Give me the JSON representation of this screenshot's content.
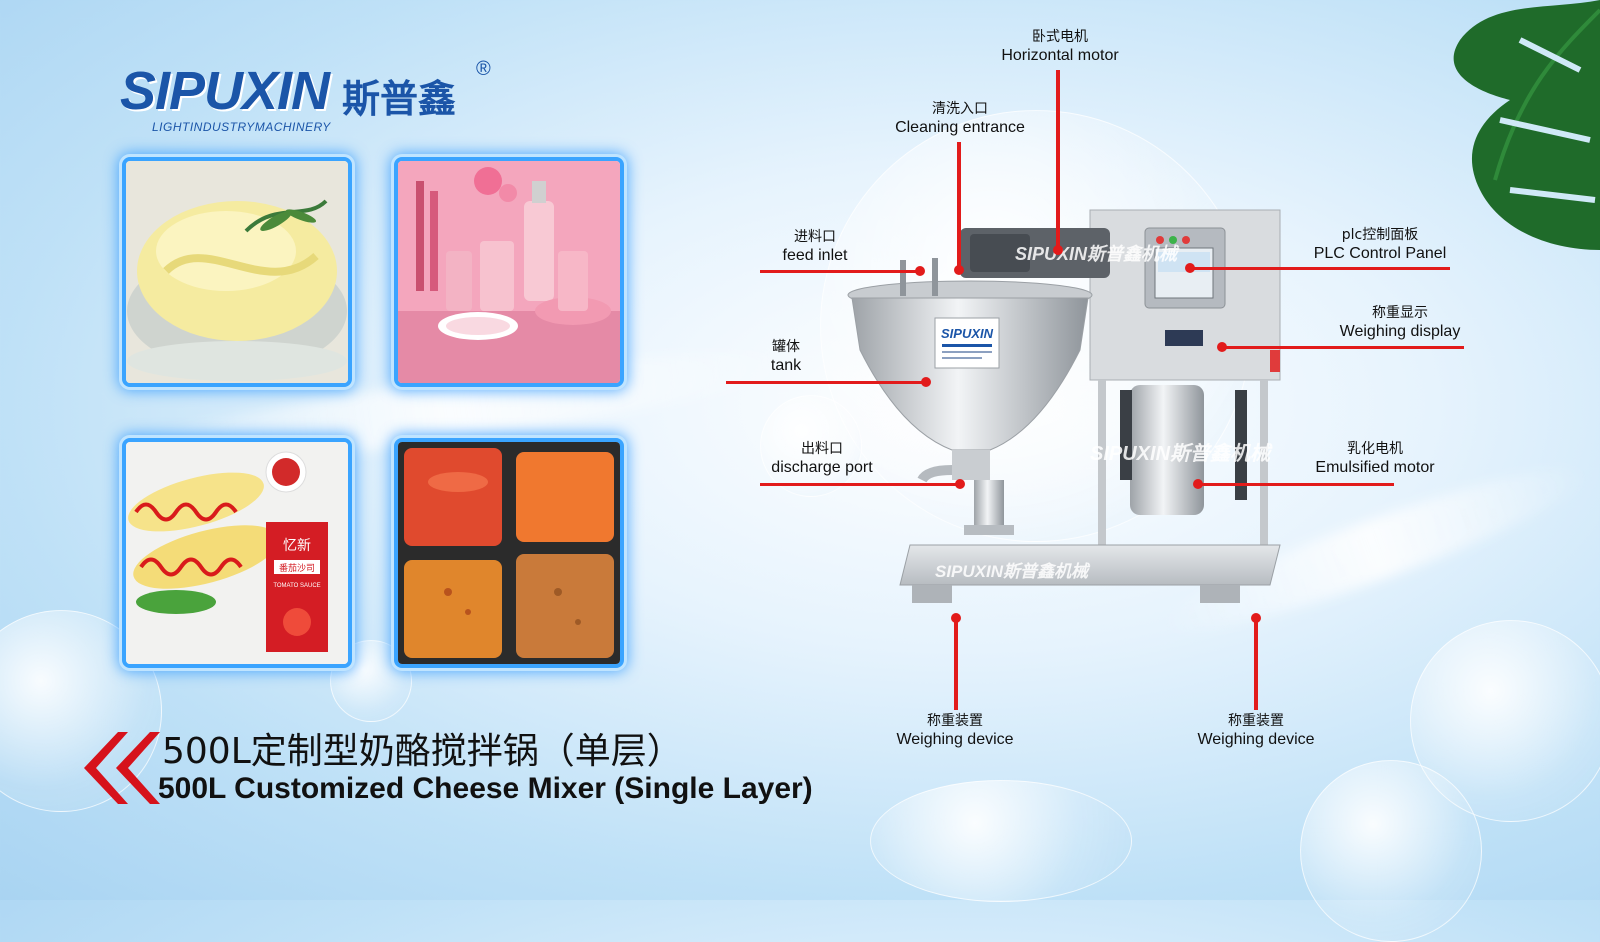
{
  "logo": {
    "brand_en": "SIPUXIN",
    "brand_cn": "斯普鑫",
    "registered": "®",
    "tagline": "LIGHTINDUSTRYMACHINERY"
  },
  "machine": {
    "badge_brand": "SIPUXIN",
    "watermark_1": "SIPUXIN斯普鑫机械",
    "watermark_2": "SIPUXIN斯普鑫机械",
    "watermark_3": "SIPUXIN斯普鑫机械"
  },
  "photos": [
    {
      "subject": "mayonnaise-bowl"
    },
    {
      "subject": "pink-cosmetics"
    },
    {
      "subject": "ketchup-omelette",
      "packet_text_1": "忆新",
      "packet_text_2": "番茄沙司",
      "packet_text_3": "TOMATO SAUCE"
    },
    {
      "subject": "sauce-trays"
    }
  ],
  "labels": {
    "horizontal_motor": {
      "cn": "卧式电机",
      "en": "Horizontal motor"
    },
    "cleaning_entrance": {
      "cn": "清洗入口",
      "en": "Cleaning entrance"
    },
    "feed_inlet": {
      "cn": "进料口",
      "en": "feed inlet"
    },
    "plc_panel": {
      "cn": "plc控制面板",
      "en": "PLC Control Panel"
    },
    "weighing_display": {
      "cn": "称重显示",
      "en": "Weighing display"
    },
    "tank": {
      "cn": "罐体",
      "en": "tank"
    },
    "discharge_port": {
      "cn": "出料口",
      "en": "discharge port"
    },
    "emulsified_motor": {
      "cn": "乳化电机",
      "en": "Emulsified motor"
    },
    "weighing_device_left": {
      "cn": "称重装置",
      "en": "Weighing device"
    },
    "weighing_device_right": {
      "cn": "称重装置",
      "en": "Weighing device"
    }
  },
  "title": {
    "cn": "500L定制型奶酪搅拌锅（单层）",
    "en": "500L Customized Cheese Mixer (Single Layer)"
  },
  "colors": {
    "brand_blue": "#1b55a8",
    "frame_blue": "#3aa4ff",
    "callout_red": "#e21b1b",
    "chevron_red": "#d6121b"
  }
}
